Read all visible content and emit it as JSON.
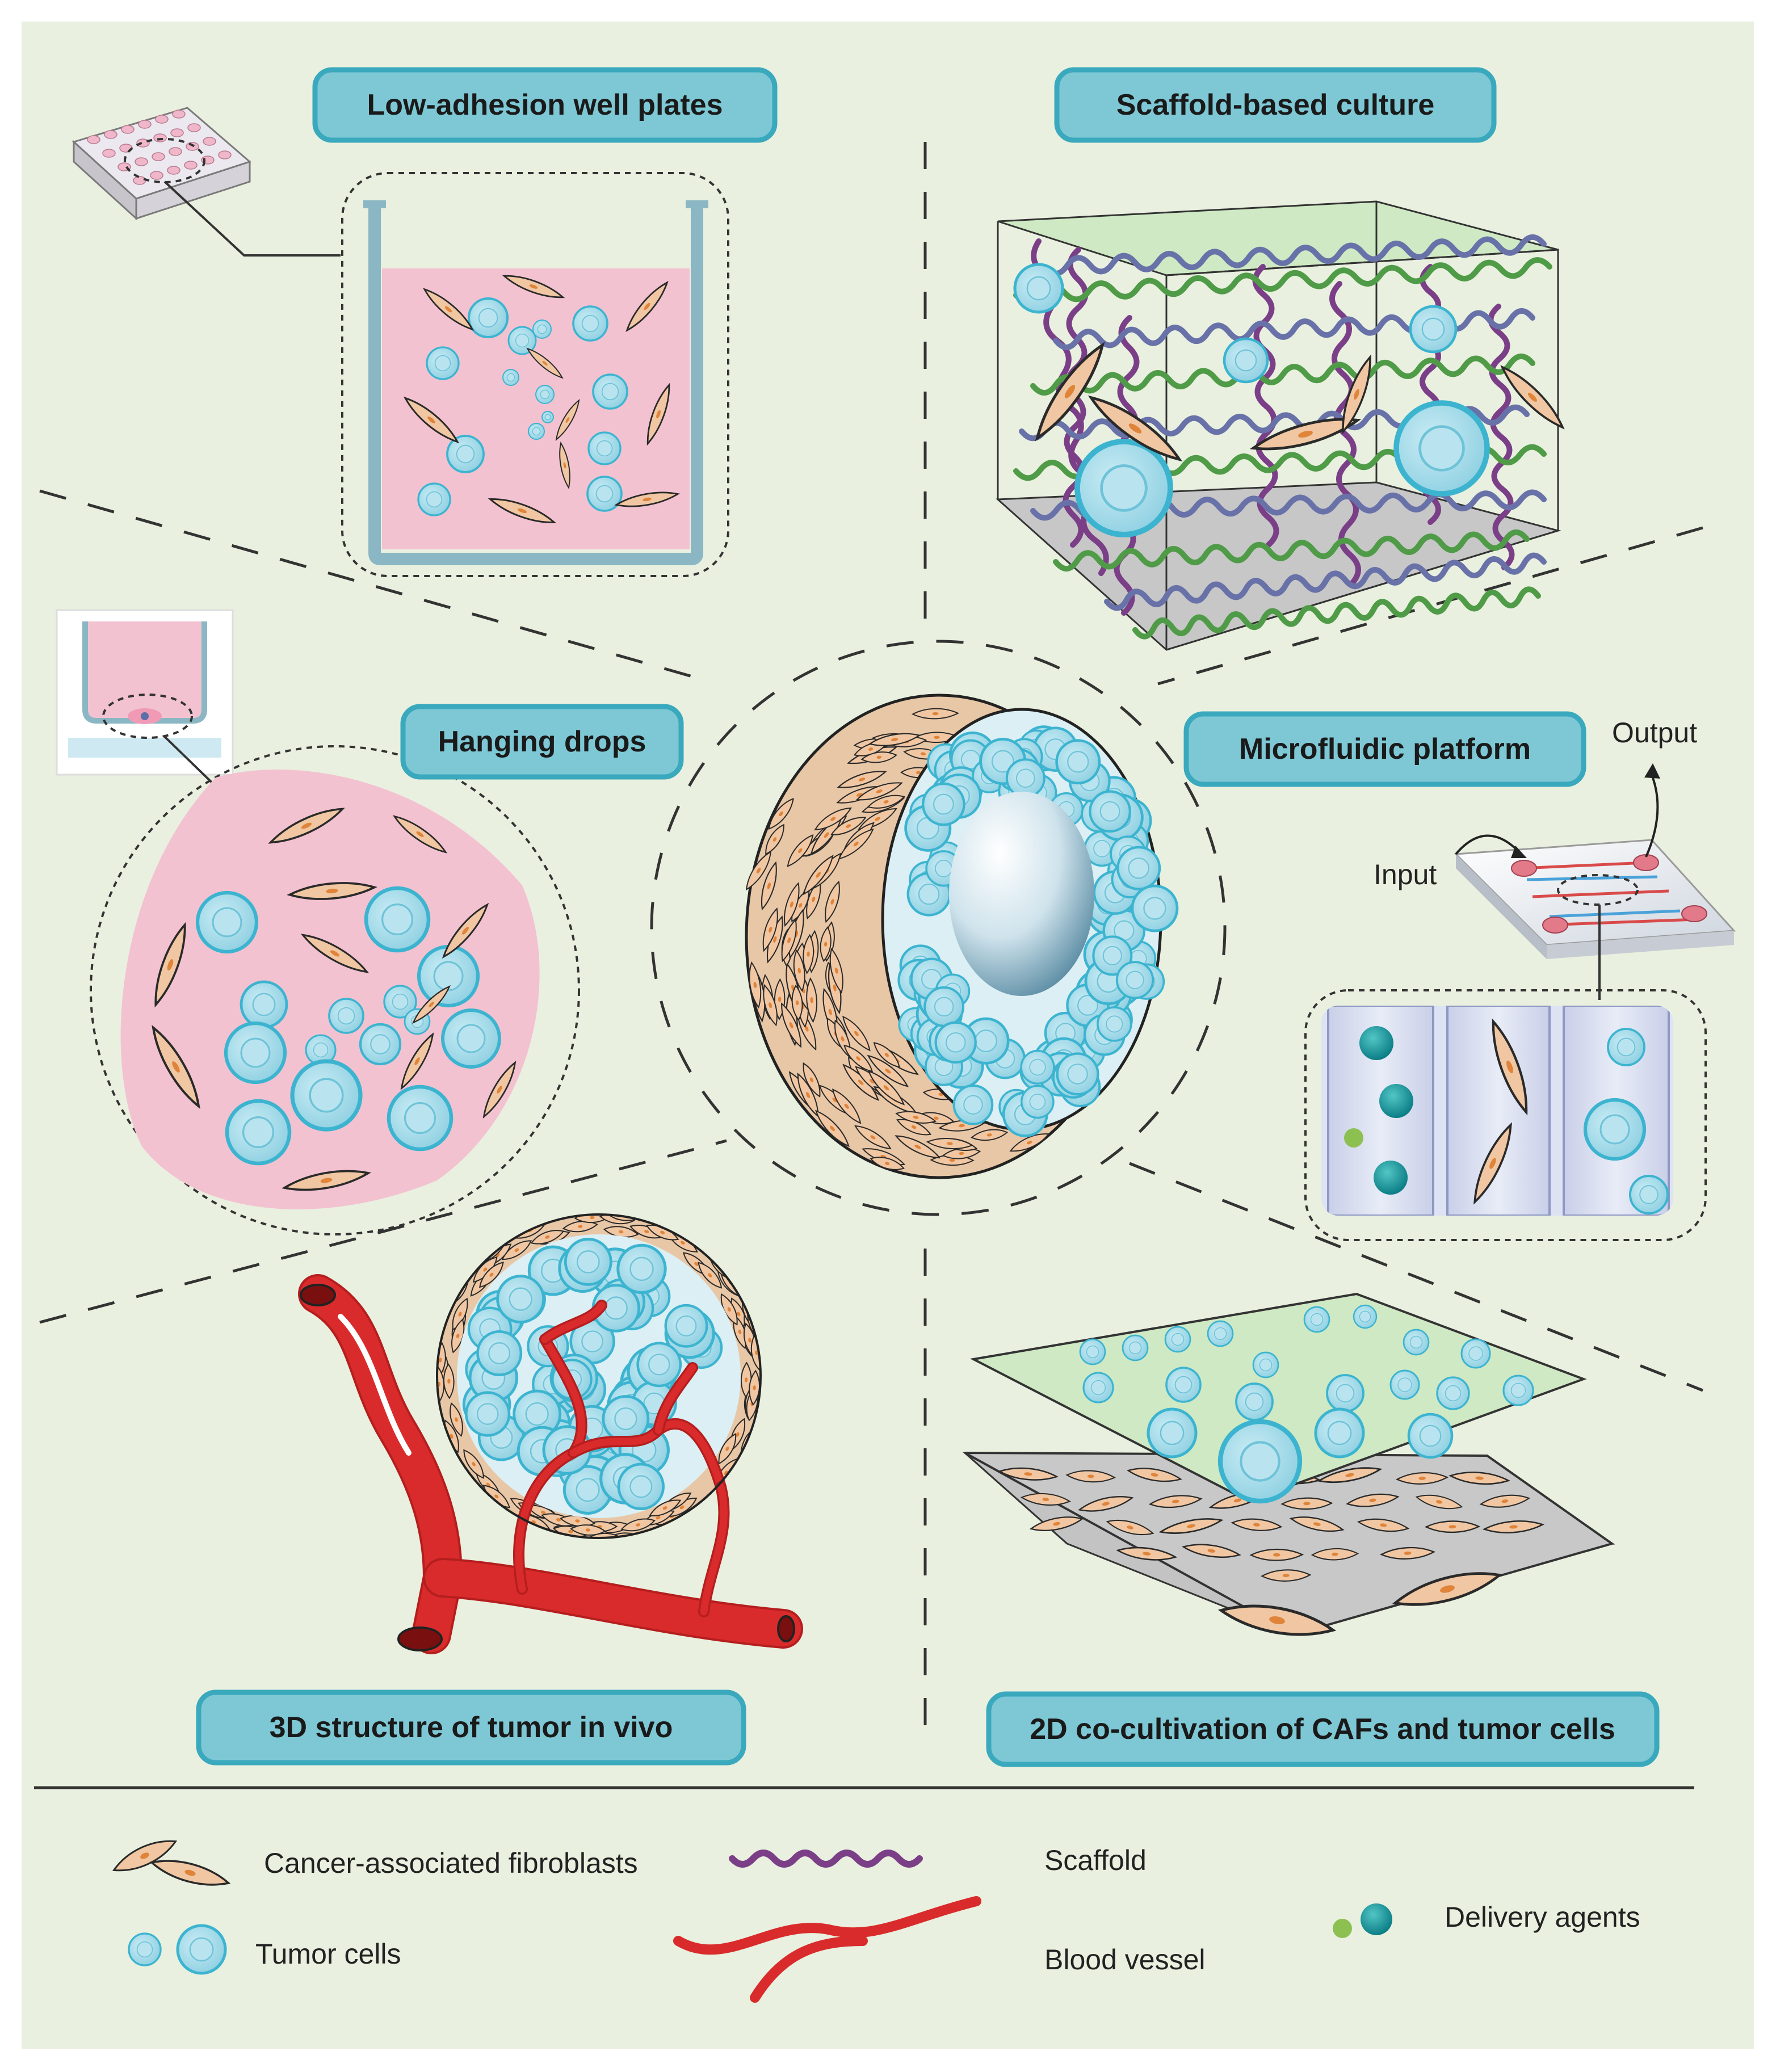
{
  "panels": {
    "low_adhesion": "Low-adhesion well plates",
    "scaffold": "Scaffold-based culture",
    "hanging": "Hanging drops",
    "microfluidic": "Microfluidic platform",
    "in_vivo": "3D structure of tumor in vivo",
    "co_cultivation": "2D co-cultivation of CAFs and tumor cells"
  },
  "microfluidic_labels": {
    "input": "Input",
    "output": "Output"
  },
  "legend": {
    "caf": "Cancer-associated fibroblasts",
    "tumor": "Tumor cells",
    "scaffold": "Scaffold",
    "vessel": "Blood vessel",
    "delivery": "Delivery agents"
  },
  "colors": {
    "background": "#e9f0df",
    "title_fill": "#7ec8d6",
    "title_border": "#3aa9bd",
    "tumor_cell": "#9ed6e5",
    "tumor_border": "#3cb4d0",
    "caf": "#f0c7a2",
    "medium": "#f3c2d1",
    "blood": "#d92b2b",
    "scaffold_purple": "#7a3f87",
    "scaffold_blue": "#6872a8",
    "scaffold_green": "#4f9b47",
    "delivery_teal": "#13939a",
    "delivery_green": "#8cc152"
  }
}
